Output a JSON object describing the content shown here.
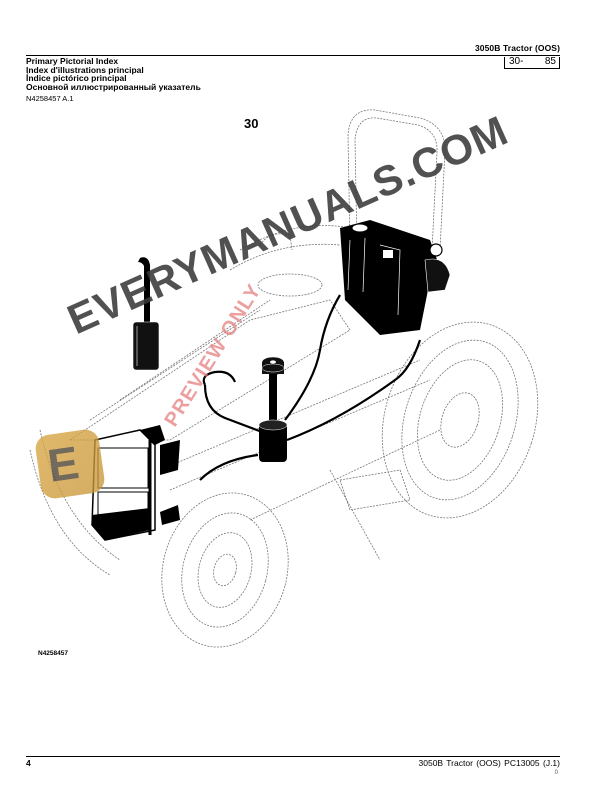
{
  "header": {
    "model_title": "3050B Tractor (OOS)",
    "section": "30-",
    "page_in_section": "85"
  },
  "titles": {
    "en": "Primary Pictorial Index",
    "fr": "Index d'illustrations principal",
    "es": "Índice pictórico principal",
    "ru": "Основной иллюстрированный указатель"
  },
  "figure": {
    "reference": "N4258457 A.1",
    "callout_number": "30",
    "figure_id": "N4258457"
  },
  "watermarks": {
    "main_text": "EVERYMANUALS.COM",
    "overlay_text": "PREVIEW ONLY",
    "logo_letter": "E",
    "logo_color": "#d9a540",
    "overlay_color": "#e58080"
  },
  "footer": {
    "page_number": "4",
    "document_label": "3050B Tractor (OOS)  PC13005  (J.1)",
    "small_mark": "0"
  }
}
